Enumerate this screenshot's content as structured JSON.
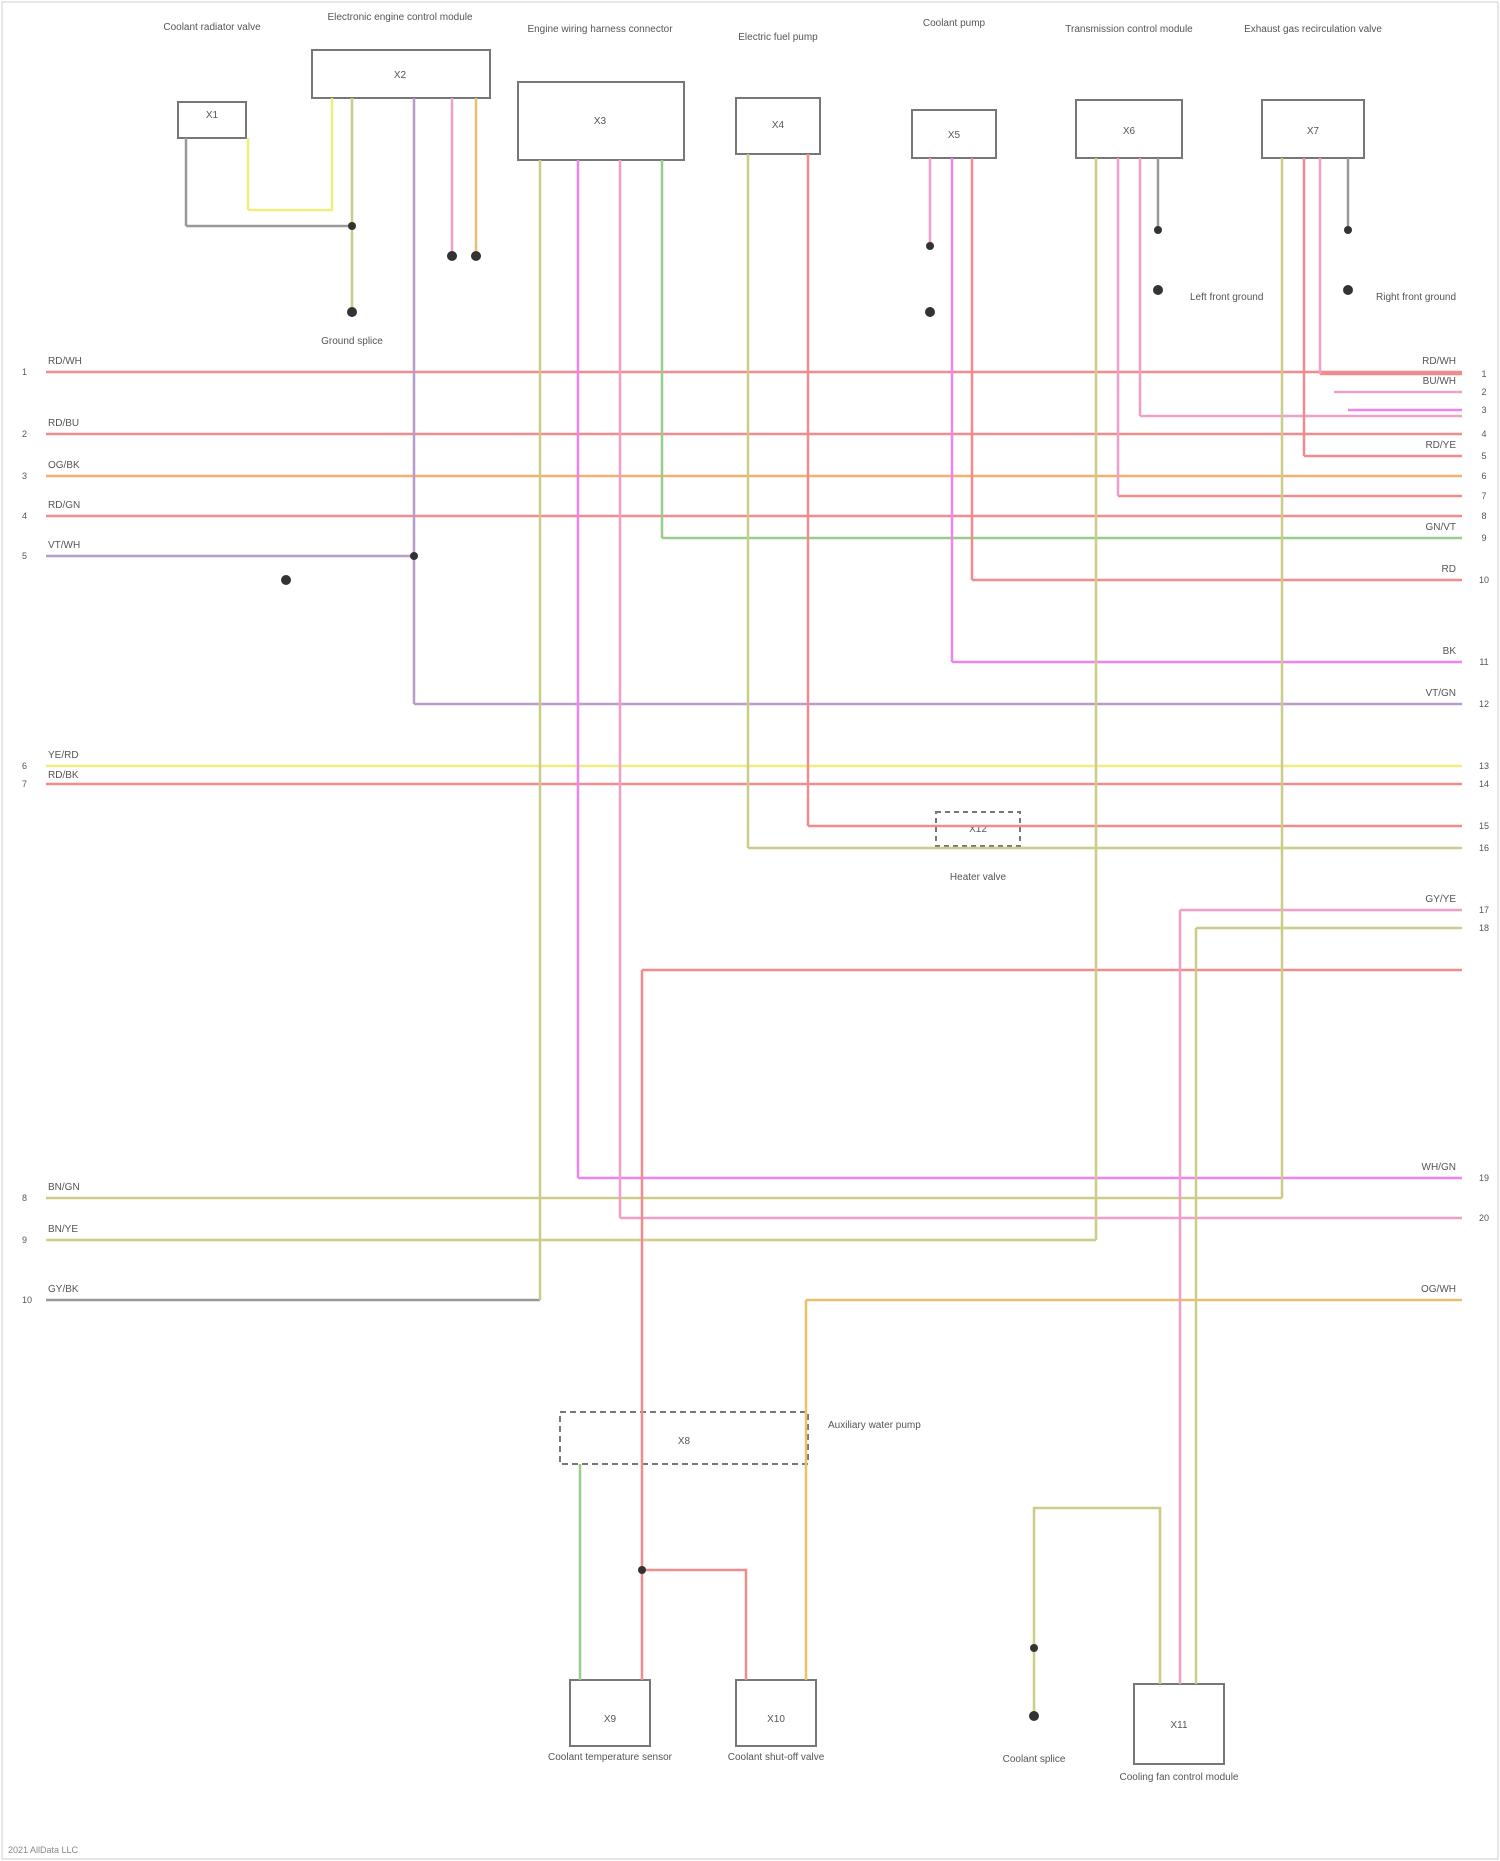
{
  "colors": {
    "red": "#f28c8c",
    "pink": "#f0a0c8",
    "magenta": "#ee82ee",
    "orange": "#f5b070",
    "yellow": "#eeee80",
    "olive": "#cccc88",
    "green": "#99cc88",
    "violet": "#b79ccc",
    "grey": "#999999",
    "tan": "#e8c070"
  },
  "components": [
    {
      "id": "c1",
      "label": "Coolant radiator valve",
      "connector": "X1"
    },
    {
      "id": "c2",
      "label": "Electronic engine control module",
      "connector": "X2"
    },
    {
      "id": "c3",
      "label": "Engine wiring harness connector",
      "connector": "X3"
    },
    {
      "id": "c4",
      "label": "Electric fuel pump",
      "connector": "X4"
    },
    {
      "id": "c5",
      "label": "Coolant pump",
      "connector": "X5"
    },
    {
      "id": "c6",
      "label": "Transmission control module",
      "connector": "X6"
    },
    {
      "id": "c7",
      "label": "Exhaust gas recirculation valve",
      "connector": "X7"
    },
    {
      "id": "c8",
      "label": "Auxiliary water pump",
      "connector": "X8"
    },
    {
      "id": "c9",
      "label": "Coolant temperature sensor",
      "connector": "X9"
    },
    {
      "id": "c10",
      "label": "Coolant shut-off valve",
      "connector": "X10"
    },
    {
      "id": "c11",
      "label": "Cooling fan control module",
      "connector": "X11"
    },
    {
      "id": "c12",
      "label": "Heater valve",
      "connector": "X12"
    }
  ],
  "splices": [
    {
      "id": "s1",
      "label": "Ground splice"
    },
    {
      "id": "s2",
      "label": "Left front ground"
    },
    {
      "id": "s3",
      "label": "Right front ground"
    },
    {
      "id": "s4",
      "label": "Coolant splice"
    }
  ],
  "wire_labels": {
    "w1": "RD/WH",
    "w2": "RD/BU",
    "w3": "OG/BK",
    "w4": "RD/GN",
    "w5": "VT/WH",
    "w6": "YE/RD",
    "w7": "RD/BK",
    "w8": "BN/GN",
    "w9": "BN/YE",
    "w10": "GY/BK",
    "w11": "RD/WH",
    "w12": "BU/WH",
    "w13": "RD/YE",
    "w14": "GN/VT",
    "w15": "RD",
    "w16": "BK",
    "w17": "VT/GN",
    "w18": "GY/YE",
    "w19": "WH/GN",
    "w20": "OG/WH"
  },
  "left_pins": [
    "1",
    "2",
    "3",
    "4",
    "5",
    "6",
    "7",
    "8",
    "9",
    "10"
  ],
  "right_pins": [
    "1",
    "2",
    "3",
    "4",
    "5",
    "6",
    "7",
    "8",
    "9",
    "10",
    "11",
    "12",
    "13",
    "14",
    "15",
    "16",
    "17",
    "18",
    "19",
    "20"
  ],
  "footer": "2021 AllData LLC"
}
